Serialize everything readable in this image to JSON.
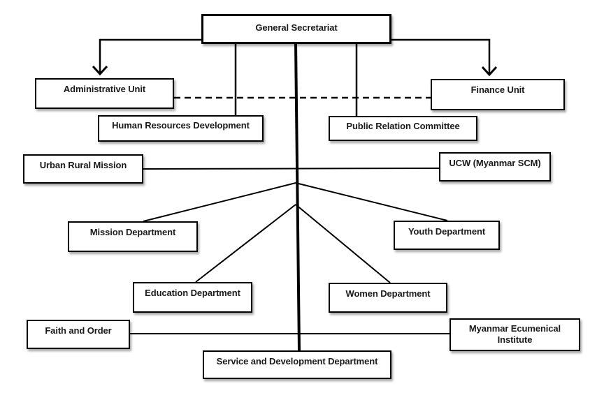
{
  "diagram": {
    "type": "organizational-chart",
    "nodes": {
      "general_secretariat": {
        "label": "General Secretariat"
      },
      "administrative_unit": {
        "label": "Administrative Unit"
      },
      "finance_unit": {
        "label": "Finance Unit"
      },
      "human_resources_development": {
        "label": "Human Resources Development"
      },
      "public_relation_committee": {
        "label": "Public Relation Committee"
      },
      "urban_rural_mission": {
        "label": "Urban Rural Mission"
      },
      "ucw_myanmar_scm": {
        "label": "UCW (Myanmar SCM)"
      },
      "mission_department": {
        "label": "Mission Department"
      },
      "youth_department": {
        "label": "Youth Department"
      },
      "education_department": {
        "label": "Education Department"
      },
      "women_department": {
        "label": "Women Department"
      },
      "faith_and_order": {
        "label": "Faith and Order"
      },
      "myanmar_ecumenical_institute": {
        "label": "Myanmar Ecumenical Institute"
      },
      "service_and_development_department": {
        "label": "Service and Development Department"
      }
    },
    "edges": [
      {
        "from": "general_secretariat",
        "to": "administrative_unit",
        "type": "arrow"
      },
      {
        "from": "general_secretariat",
        "to": "finance_unit",
        "type": "arrow"
      },
      {
        "from": "general_secretariat",
        "to": "human_resources_development",
        "type": "line"
      },
      {
        "from": "general_secretariat",
        "to": "public_relation_committee",
        "type": "line"
      },
      {
        "from": "general_secretariat",
        "to": "service_and_development_department",
        "type": "thick-central-line"
      },
      {
        "from": "administrative_unit",
        "to": "finance_unit",
        "type": "dashed-line"
      },
      {
        "from": "urban_rural_mission",
        "to": "ucw_myanmar_scm",
        "type": "line-through-central-line"
      },
      {
        "from": "central_line",
        "to": "mission_department",
        "type": "line"
      },
      {
        "from": "central_line",
        "to": "youth_department",
        "type": "line"
      },
      {
        "from": "central_line",
        "to": "education_department",
        "type": "line"
      },
      {
        "from": "central_line",
        "to": "women_department",
        "type": "line"
      },
      {
        "from": "faith_and_order",
        "to": "myanmar_ecumenical_institute",
        "type": "line-through-central-line"
      }
    ],
    "colors": {
      "line": "#000000",
      "box_border": "#000000",
      "box_background": "#ffffff",
      "text": "#1a1a1a",
      "page_background": "#ffffff"
    }
  }
}
